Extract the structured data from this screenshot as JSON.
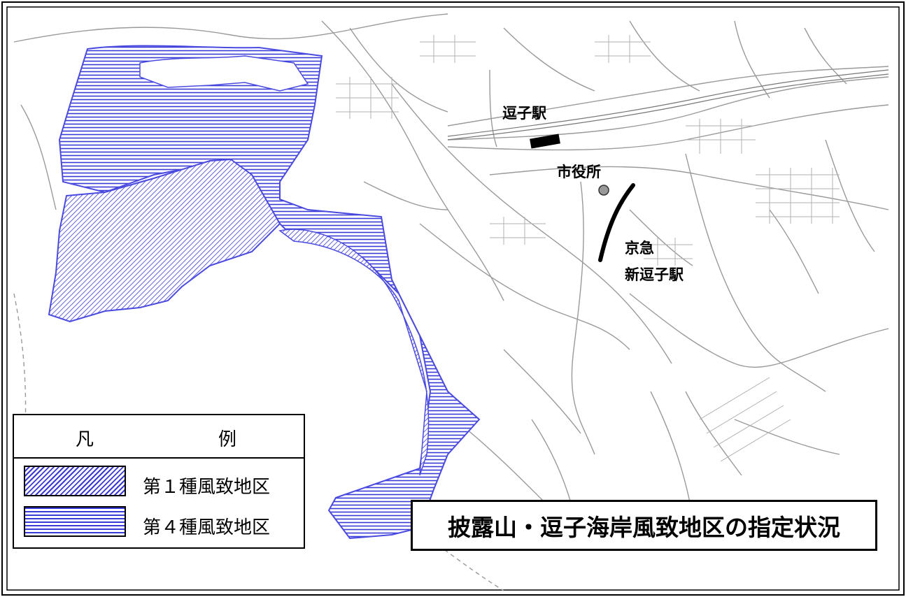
{
  "map": {
    "title": "披露山・逗子海岸風致地区の指定状況",
    "labels": {
      "zushi_station": "逗子駅",
      "city_hall": "市役所",
      "keikyu_line1": "京急",
      "keikyu_line2": "新逗子駅"
    },
    "legend": {
      "heading_left": "凡",
      "heading_right": "例",
      "items": [
        {
          "label": "第１種風致地区",
          "pattern": "diagonal-hatch"
        },
        {
          "label": "第４種風致地区",
          "pattern": "horizontal-hatch"
        }
      ]
    },
    "colors": {
      "zone_hatch": "#3a3ad8",
      "zone_outline": "#4a4ae0",
      "roads": "#9a9a9a",
      "city_hall_marker": "#999999"
    },
    "icons": [
      "station-marker-icon",
      "city-hall-marker-icon",
      "railway-line-icon"
    ]
  }
}
